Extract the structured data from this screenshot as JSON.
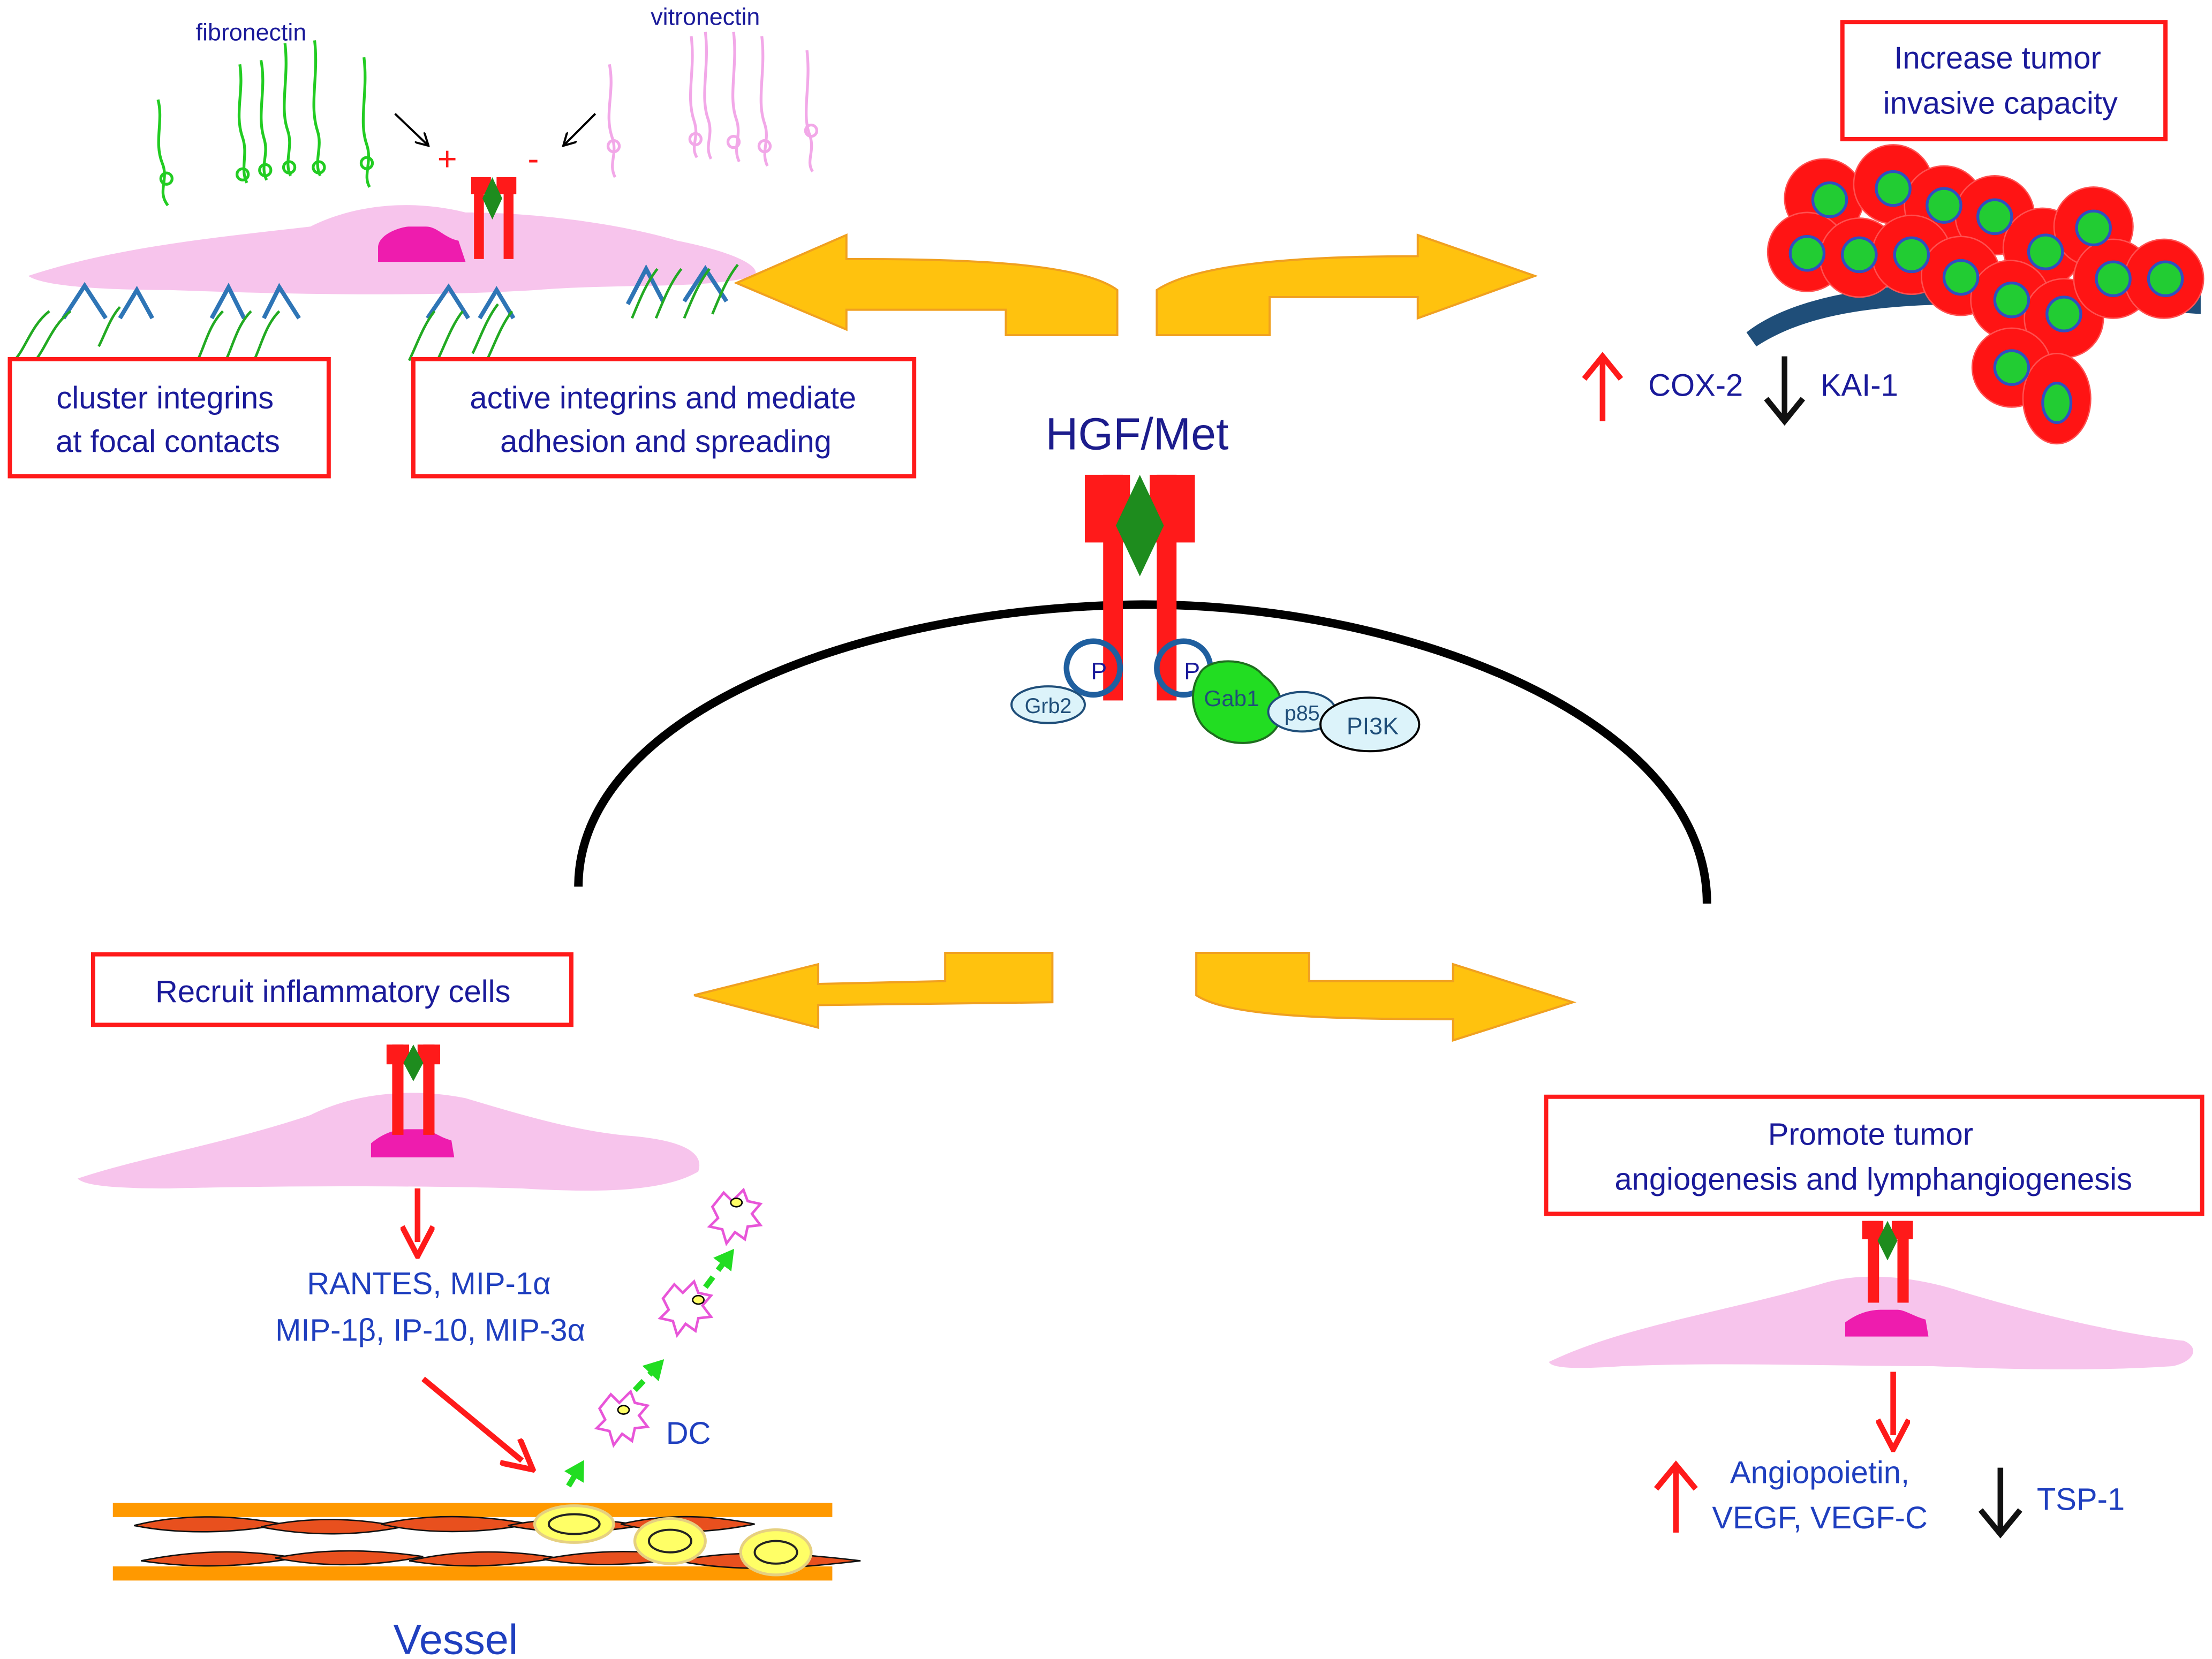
{
  "colors": {
    "label_blue": "#1a1a9a",
    "title_blue": "#1c1c8c",
    "receptor_red": "#ff1a1a",
    "ligand_green": "#1e8c1e",
    "box_red": "#ff1a1a",
    "cell_pink": "#f7c4ec",
    "kinase_magenta": "#ee1cae",
    "arrow_yellow": "#ffc20e",
    "integrin_blue": "#2e75b6",
    "fibronectin_green": "#22cc22",
    "vitronectin_pink": "#f2a8e8",
    "tumor_red": "#ff1414",
    "nucleus_green": "#22cc33",
    "vessel_orange": "#ff9900",
    "vessel_cell": "#e8501e",
    "rbc_yellow": "#ffff66",
    "dc_pink": "#e855d8",
    "up_arrow": "#ff1a1a",
    "down_arrow": "#111111",
    "membrane_black": "#000000",
    "substrate_navy": "#1f4e79"
  },
  "center": {
    "title": "HGF/Met",
    "p_left": "P",
    "p_right": "P",
    "grb2": "Grb2",
    "gab1": "Gab1",
    "p85": "p85",
    "pi3k": "PI3K"
  },
  "top_left": {
    "fibronectin": "fibronectin",
    "vitronectin": "vitronectin",
    "plus": "+",
    "minus": "-",
    "box1_line1": "cluster integrins",
    "box1_line2": "at focal contacts",
    "box2_line1": "active integrins and mediate",
    "box2_line2": "adhesion and spreading"
  },
  "top_right": {
    "box_line1": "Increase tumor",
    "box_line2": "invasive capacity",
    "up_label": "COX-2",
    "down_label": "KAI-1"
  },
  "bottom_left": {
    "box": "Recruit inflammatory cells",
    "chem_line1": "RANTES, MIP-1α",
    "chem_line2": "MIP-1β, IP-10, MIP-3α",
    "dc": "DC",
    "vessel": "Vessel"
  },
  "bottom_right": {
    "box_line1": "Promote  tumor",
    "box_line2": "angiogenesis and lymphangiogenesis",
    "up_line1": "Angiopoietin,",
    "up_line2": "VEGF, VEGF-C",
    "down_label": "TSP-1"
  }
}
